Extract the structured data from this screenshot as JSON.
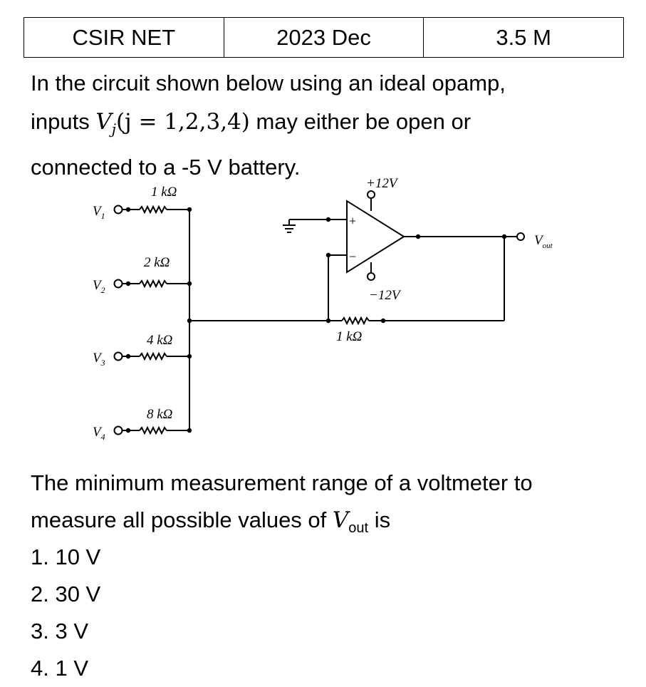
{
  "header": {
    "exam": "CSIR NET",
    "session": "2023 Dec",
    "marks": "3.5 M"
  },
  "question": {
    "line1": "In the circuit shown below using an ideal opamp,",
    "line2_pre": "inputs ",
    "v_sym": "V",
    "v_sub": "j",
    "math_rest": "(j = 1,2,3,4)",
    "line2_post": " may either be open or",
    "line3": "connected to a -5 V battery."
  },
  "circuit": {
    "inputs": [
      {
        "base": "V",
        "sub": "1"
      },
      {
        "base": "V",
        "sub": "2"
      },
      {
        "base": "V",
        "sub": "3"
      },
      {
        "base": "V",
        "sub": "4"
      }
    ],
    "input_resistors": [
      "1 kΩ",
      "2 kΩ",
      "4 kΩ",
      "8 kΩ"
    ],
    "feedback_resistor": "1 kΩ",
    "supply_pos": "+12V",
    "supply_neg": "−12V",
    "plus_sign": "+",
    "minus_sign": "−",
    "output": {
      "base": "V",
      "sub": "out"
    }
  },
  "prompt": {
    "text": "The minimum measurement range of a voltmeter to",
    "line2_pre": "measure all possible values of ",
    "vout_base": "V",
    "vout_sub": "out",
    "line2_post": " is"
  },
  "options": [
    "1. 10 V",
    "2. 30 V",
    "3. 3 V",
    "4. 1 V"
  ]
}
